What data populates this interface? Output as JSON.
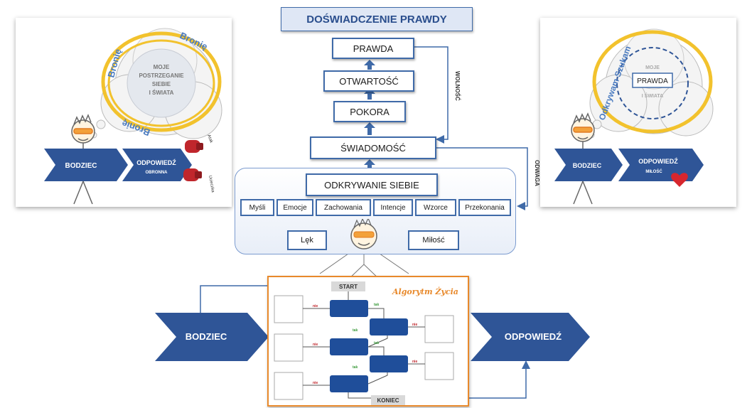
{
  "center": {
    "title": "DOŚWIADCZENIE PRAWDY",
    "ladder": [
      "PRAWDA",
      "OTWARTOŚĆ",
      "POKORA",
      "ŚWIADOMOŚĆ"
    ],
    "side_label_freedom": "WOLNOŚĆ",
    "side_label_courage": "ODWAGA",
    "discovery": {
      "title": "ODKRYWANIE SIEBIE",
      "items": [
        "Myśli",
        "Emocje",
        "Zachowania",
        "Intencje",
        "Wzorce",
        "Przekonania"
      ],
      "fear": "Lęk",
      "love": "Miłość"
    }
  },
  "left_card": {
    "bubble_text": [
      "MOJE",
      "POSTRZEGANIE",
      "SIEBIE",
      "I ŚWIATA"
    ],
    "ring_text": "Bronię",
    "stimulus": "BODZIEC",
    "response": "ODPOWIEDŹ",
    "response_sub": "OBRONNA",
    "glove_top": "Atak",
    "glove_bottom": "Ucieczka"
  },
  "right_card": {
    "bubble_text": [
      "MOJE",
      "PRAWDA",
      "I ŚWIATA"
    ],
    "ring_text": "Odkrywam Szukam",
    "stimulus": "BODZIEC",
    "response": "ODPOWIEDŹ",
    "response_sub": "MIŁOŚĆ"
  },
  "bottom": {
    "stimulus": "BODZIEC",
    "response": "ODPOWIEDŹ",
    "start": "START",
    "end": "KONIEC",
    "script_title": "Algorytm Życia",
    "yes": "tak",
    "no": "nie"
  },
  "colors": {
    "accent_blue": "#3f6aa8",
    "chevron_blue": "#2f5597",
    "node_blue": "#1f4e9a",
    "frame_orange": "#e8892b",
    "bubble_yellow": "#f2c22d",
    "glove_red": "#c0262c"
  }
}
